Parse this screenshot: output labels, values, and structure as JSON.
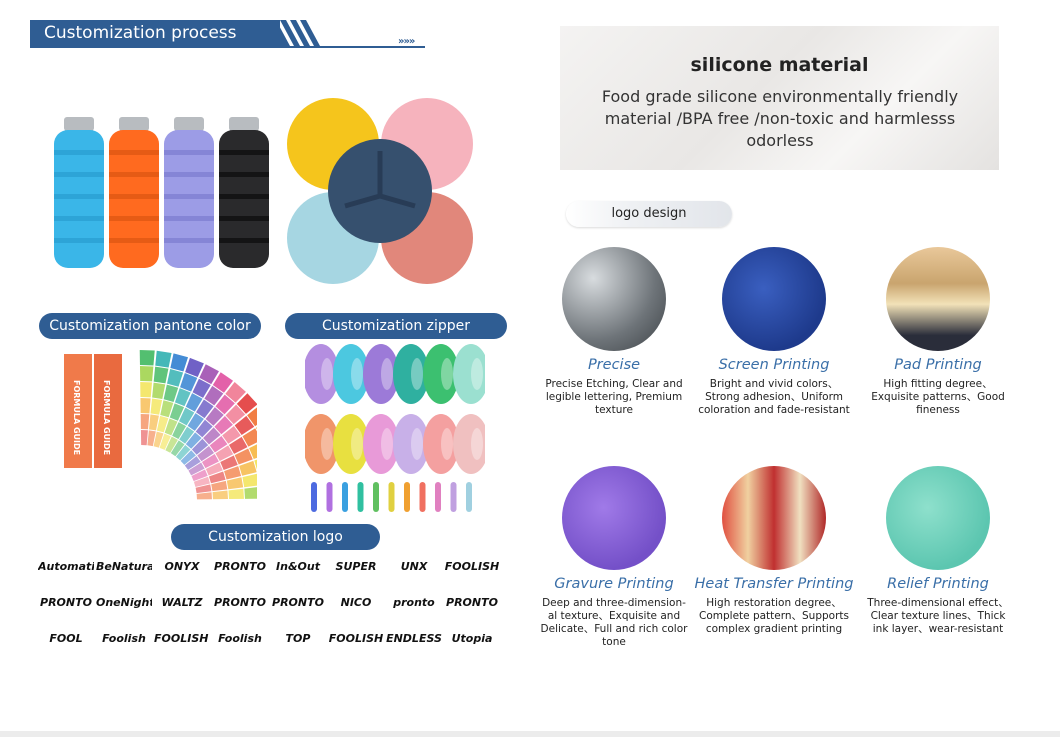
{
  "header": {
    "title": "Customization process",
    "arrows": "»»»"
  },
  "pills": {
    "pantone": "Customization pantone color",
    "zipper": "Customization zipper",
    "logo": "Customization logo"
  },
  "material": {
    "title": "silicone material",
    "description": "Food grade silicone environmentally friendly material /BPA free /non-toxic and harmlesss odorless"
  },
  "logo_design": "logo design",
  "pantone_books": [
    "FORMULA GUIDE",
    "FORMULA GUIDE"
  ],
  "processes": [
    {
      "title": "Precise",
      "desc": "Precise Etching, Clear and legible lettering, Premium texture"
    },
    {
      "title": "Screen Printing",
      "desc": "Bright and vivid colors、Strong adhesion、Uniform coloration and fade-resistant"
    },
    {
      "title": "Pad Printing",
      "desc": "High fitting degree、Exquisite patterns、Good fineness"
    },
    {
      "title": "Gravure Printing",
      "desc": "Deep and three-dimension-al texture、Exquisite and Delicate、Full and rich color tone"
    },
    {
      "title": "Heat Transfer Printing",
      "desc": "High restoration degree、Complete pattern、Supports complex gradient printing"
    },
    {
      "title": "Relief Printing",
      "desc": "Three-dimensional effect、Clear texture lines、Thick ink layer、wear-resistant"
    }
  ],
  "brands": [
    [
      "Automatic",
      "BeNatural",
      "ONYX",
      "PRONTO",
      "In&Out",
      "SUPER",
      "UNX",
      "FOOLISH"
    ],
    [
      "PRONTO",
      "OneNights",
      "WALTZ",
      "PRONTO",
      "PRONTO",
      "NICO",
      "pronto",
      "PRONTO"
    ],
    [
      "FOOL",
      "Foolish",
      "FOOLISH TEAM",
      "Foolish",
      "TOP",
      "FOOLISH",
      "ENDLESS",
      "Utopia"
    ]
  ],
  "colors": {
    "accent": "#2f5d93",
    "process_title": "#3a6fa8"
  }
}
